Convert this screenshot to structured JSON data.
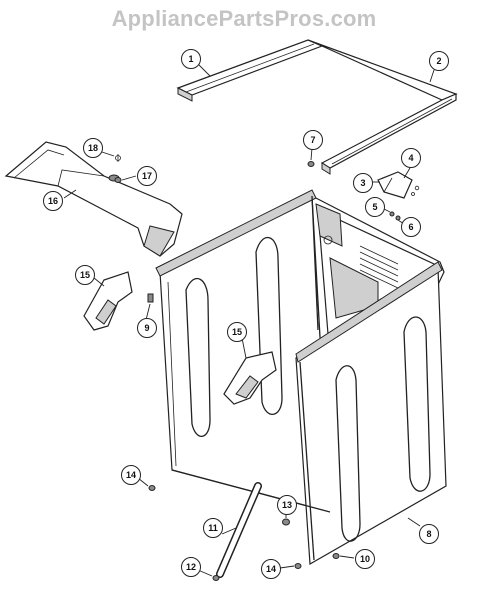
{
  "watermark": "AppliancePartsPros.com",
  "callouts": [
    {
      "id": "c1",
      "label": "1"
    },
    {
      "id": "c2",
      "label": "2"
    },
    {
      "id": "c3",
      "label": "3"
    },
    {
      "id": "c4",
      "label": "4"
    },
    {
      "id": "c5",
      "label": "5"
    },
    {
      "id": "c6",
      "label": "6"
    },
    {
      "id": "c7",
      "label": "7"
    },
    {
      "id": "c8",
      "label": "8"
    },
    {
      "id": "c9",
      "label": "9"
    },
    {
      "id": "c10",
      "label": "10"
    },
    {
      "id": "c11",
      "label": "11"
    },
    {
      "id": "c12",
      "label": "12"
    },
    {
      "id": "c13",
      "label": "13"
    },
    {
      "id": "c14a",
      "label": "14"
    },
    {
      "id": "c14b",
      "label": "14"
    },
    {
      "id": "c15a",
      "label": "15"
    },
    {
      "id": "c15b",
      "label": "15"
    },
    {
      "id": "c16",
      "label": "16"
    },
    {
      "id": "c17",
      "label": "17"
    },
    {
      "id": "c18",
      "label": "18"
    }
  ]
}
